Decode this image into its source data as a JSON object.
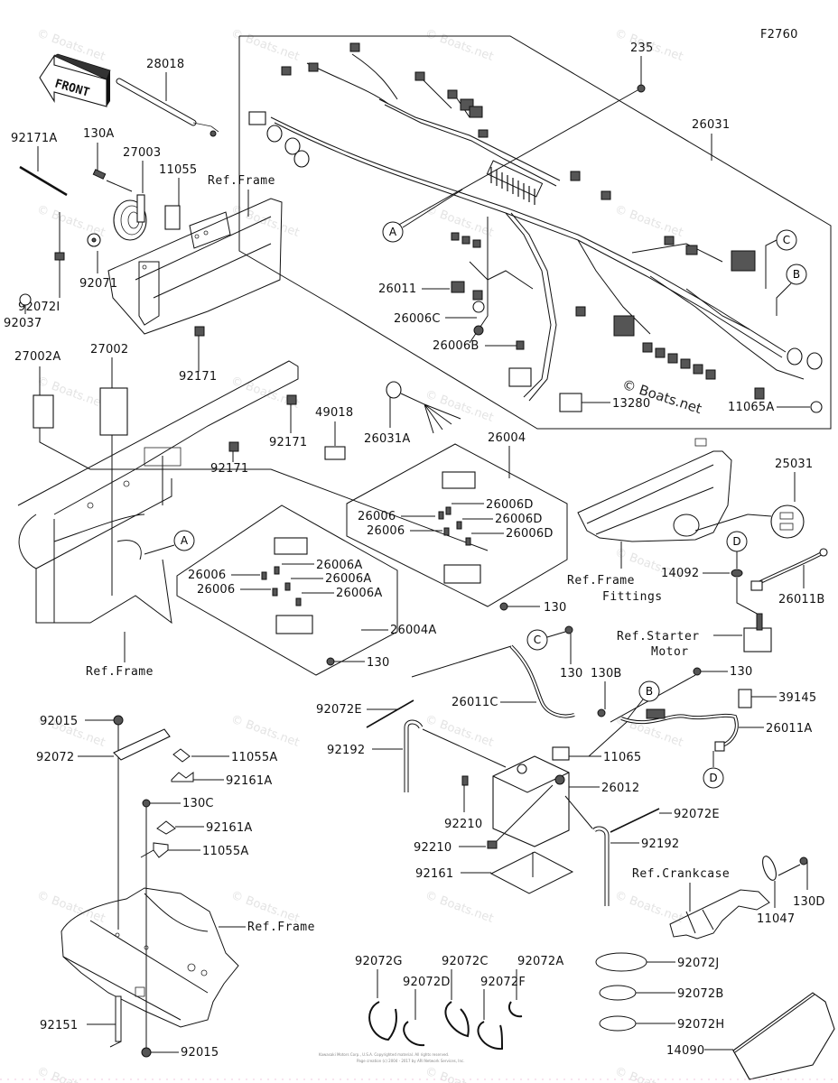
{
  "figure_code": "F2760",
  "front_arrow": "FRONT",
  "watermark": "© Boats.net",
  "watermark_main": "© Boats.net",
  "footer_line1": "Kawasaki Motors Corp., U.S.A. Copyrighted material. All rights reserved.",
  "footer_line2": "Page creation (c) 2004 - 2017 by ARI Network Services, Inc.",
  "callouts": {
    "A": "A",
    "B": "B",
    "C": "C",
    "D": "D"
  },
  "refs": {
    "frame_top": "Ref.Frame",
    "frame_mid": "Ref.Frame",
    "frame_bottom": "Ref.Frame",
    "frame_fittings_1": "Ref.Frame",
    "frame_fittings_2": "Fittings",
    "starter_1": "Ref.Starter",
    "starter_2": "Motor",
    "crankcase": "Ref.Crankcase"
  },
  "parts": {
    "p235": "235",
    "p26031": "26031",
    "p28018": "28018",
    "p92171A": "92171A",
    "p130A": "130A",
    "p27003": "27003",
    "p11055": "11055",
    "p92072I": "92072I",
    "p92071": "92071",
    "p92037": "92037",
    "p92171_a": "92171",
    "p92171_b": "92171",
    "p92171_c": "92171",
    "p27002A": "27002A",
    "p27002": "27002",
    "p49018": "49018",
    "p26011": "26011",
    "p26006C": "26006C",
    "p26006B": "26006B",
    "p13280": "13280",
    "p11065A": "11065A",
    "p26031A": "26031A",
    "p26004": "26004",
    "p26006_d1": "26006",
    "p26006_d2": "26006",
    "p26006D_1": "26006D",
    "p26006D_2": "26006D",
    "p26006D_3": "26006D",
    "p130_a": "130",
    "p26006_a1": "26006",
    "p26006_a2": "26006",
    "p26006A_1": "26006A",
    "p26006A_2": "26006A",
    "p26006A_3": "26006A",
    "p26004A": "26004A",
    "p130_b": "130",
    "p25031": "25031",
    "p14092": "14092",
    "p26011B": "26011B",
    "p26011C": "26011C",
    "p130_c": "130",
    "p130B": "130B",
    "p130_d": "130",
    "p39145": "39145",
    "p92072E_1": "92072E",
    "p92192_1": "92192",
    "p11065": "11065",
    "p26011A": "26011A",
    "p26012": "26012",
    "p92072E_2": "92072E",
    "p92192_2": "92192",
    "p92210_1": "92210",
    "p92210_2": "92210",
    "p92161": "92161",
    "p11047": "11047",
    "p130D": "130D",
    "p92015_1": "92015",
    "p92072": "92072",
    "p11055A_1": "11055A",
    "p92161A_1": "92161A",
    "p130C": "130C",
    "p92161A_2": "92161A",
    "p11055A_2": "11055A",
    "p92151": "92151",
    "p92015_2": "92015",
    "p92072G": "92072G",
    "p92072D": "92072D",
    "p92072C": "92072C",
    "p92072F": "92072F",
    "p92072A": "92072A",
    "p92072J": "92072J",
    "p92072B": "92072B",
    "p92072H": "92072H",
    "p14090": "14090"
  }
}
